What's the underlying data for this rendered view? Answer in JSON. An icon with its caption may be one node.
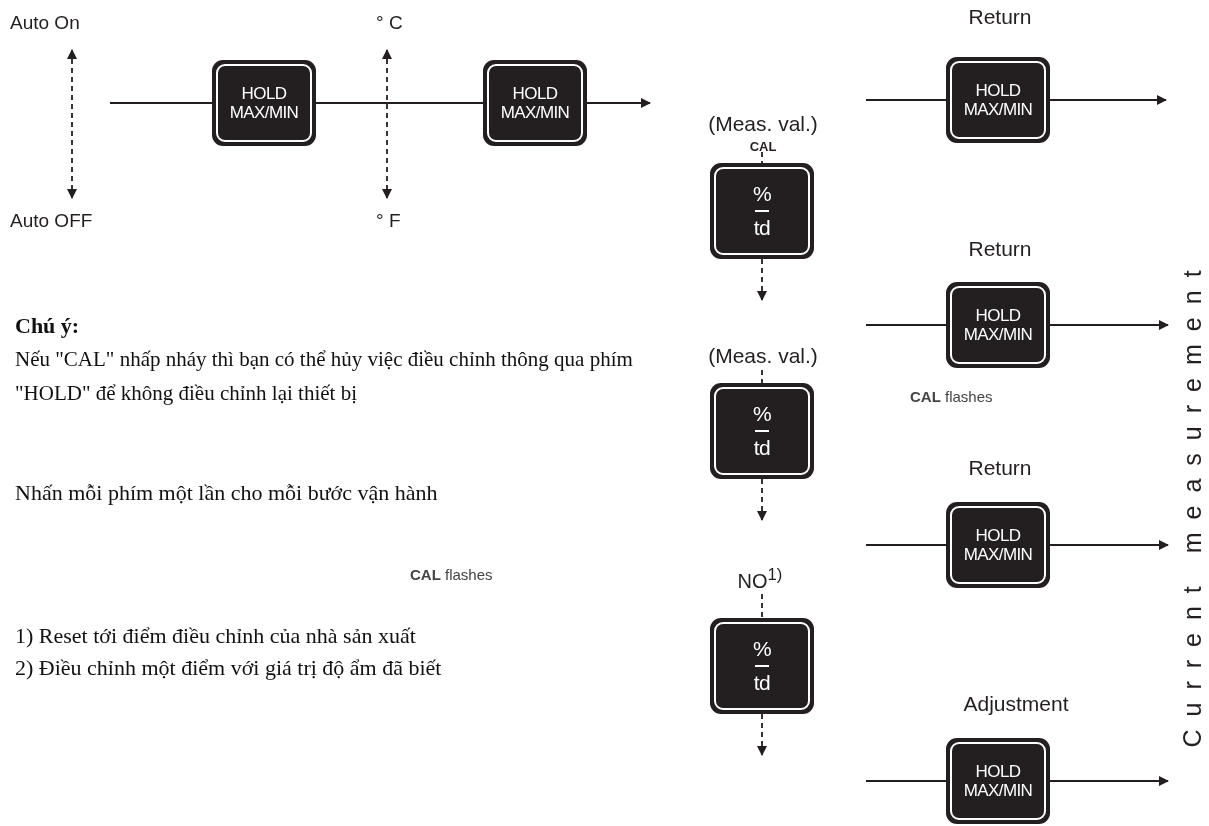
{
  "diagram": {
    "nodes": [
      {
        "text": [
          "Auto On"
        ]
      },
      {
        "text": [
          "Auto OFF"
        ]
      },
      {
        "text": [
          "HOLD MAX/MIN"
        ]
      },
      {
        "text": [
          "° C"
        ]
      },
      {
        "text": [
          "° F"
        ]
      },
      {
        "text": [
          "HOLD MAX/MIN"
        ]
      },
      {
        "text": [
          "%",
          "td"
        ],
        "beside": [
          "(Meas. val.)",
          "CAL"
        ]
      },
      {
        "text": [
          "%",
          "td"
        ],
        "beside": [
          "(Meas. val.)"
        ]
      },
      {
        "text": [
          "%",
          "td"
        ],
        "beside": [
          "NO$^{1)}$"
        ]
      },
      {
        "text": [
          "HOLD MAX/MIN"
        ],
        "beside": [
          "Return"
        ]
      },
      {
        "text": [
          "HOLD MAX/MIN"
        ],
        "beside": [
          "Return"
        ]
      },
      {
        "text": [
          "HOLD MAX/MIN"
        ],
        "beside": [
          "Return"
        ]
      },
      {
        "text": [
          "HOLD MAX/MIN"
        ],
        "beside": [
          "Adjustment"
        ]
      },
      {
        "text": [
          "Current measurement"
        ]
      }
    ],
    "edges": [
      {
        "from": 0,
        "to": 1,
        "arrow": "both",
        "style": "dashed"
      },
      {
        "from": null,
        "to": 2,
        "arrow": "none"
      },
      {
        "from": 2,
        "to": 5,
        "arrow": "none"
      },
      {
        "from": 3,
        "to": 4,
        "arrow": "both",
        "style": "dashed"
      },
      {
        "from": 5,
        "to": null,
        "arrow": "to"
      },
      {
        "from": null,
        "to": 6,
        "arrow": "none",
        "style": "dashed"
      },
      {
        "from": 6,
        "to": null,
        "arrow": "to",
        "style": "dashed"
      },
      {
        "from": null,
        "to": 7,
        "arrow": "none",
        "style": "dashed"
      },
      {
        "from": 7,
        "to": null,
        "arrow": "to",
        "style": "dashed"
      },
      {
        "from": null,
        "to": 8,
        "arrow": "none",
        "style": "dashed"
      },
      {
        "from": 8,
        "to": null,
        "arrow": "to",
        "style": "dashed"
      },
      {
        "from": null,
        "to": 9,
        "arrow": "none"
      },
      {
        "from": 9,
        "to": null,
        "arrow": "to"
      },
      {
        "from": null,
        "to": 10,
        "arrow": "none"
      },
      {
        "from": 10,
        "to": 13,
        "arrow": "to"
      },
      {
        "from": null,
        "to": 11,
        "arrow": "none"
      },
      {
        "from": 11,
        "to": 13,
        "arrow": "to"
      },
      {
        "from": null,
        "to": 12,
        "arrow": "none"
      },
      {
        "from": 12,
        "to": 13,
        "arrow": "to"
      }
    ],
    "labels": [
      "**CAL** flashes",
      "Chú ý:",
      "Nếu \"CAL\" nhấp nháy thì bạn có thể hủy việc điều chỉnh thông qua phím \"HOLD\" để không điều chỉnh lại thiết bị",
      "Nhấn mỗi phím một lần cho mỗi bước vận hành",
      "**CAL** flashes",
      "1) Reset tới điểm điều chỉnh của nhà sản xuất",
      "2) Điều chỉnh một điểm với giá trị độ ẩm đã biết"
    ]
  }
}
